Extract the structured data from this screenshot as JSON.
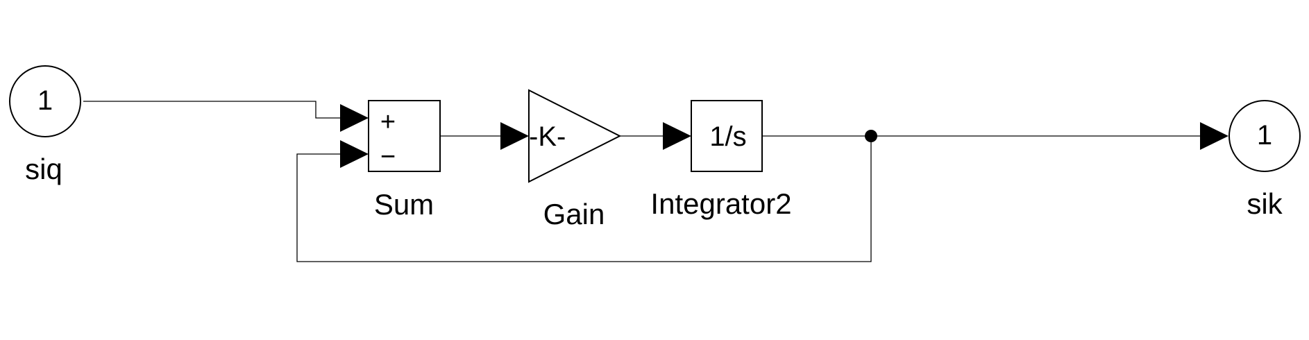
{
  "diagram": {
    "inport": {
      "number": "1",
      "label": "siq"
    },
    "sum": {
      "label": "Sum",
      "sign_plus": "+",
      "sign_minus": "−"
    },
    "gain": {
      "value": "-K-",
      "label": "Gain"
    },
    "integrator": {
      "expression": "1/s",
      "label": "Integrator2"
    },
    "outport": {
      "number": "1",
      "label": "sik"
    }
  }
}
